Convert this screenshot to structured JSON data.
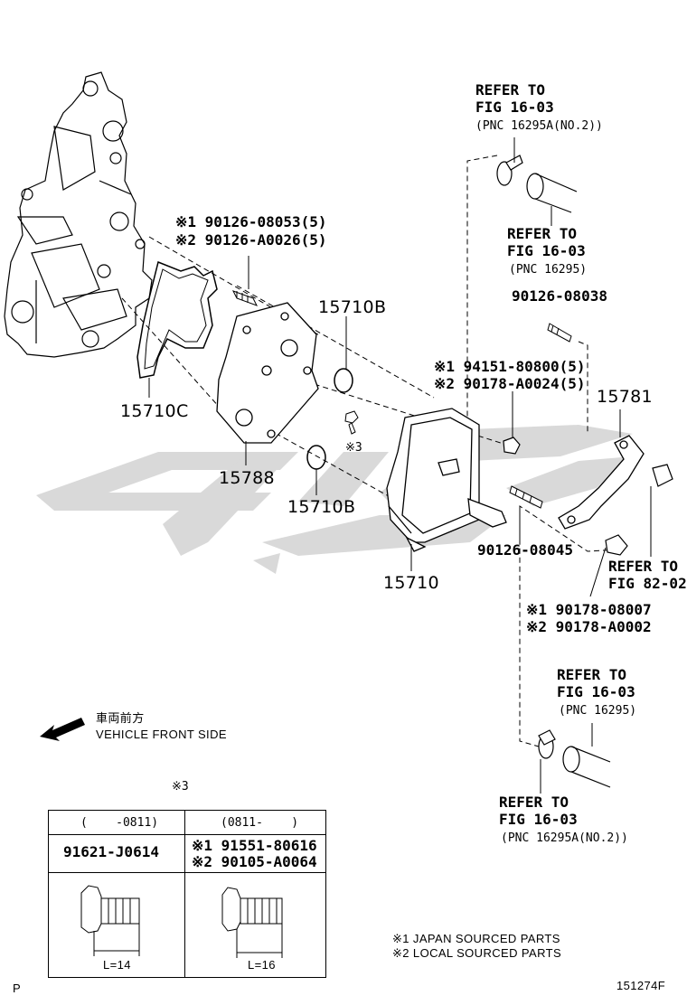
{
  "watermark": "brand-watermark-logo",
  "callouts": {
    "refer_top": [
      "REFER TO",
      "FIG 16-03",
      "(PNC 16295A(NO.2))"
    ],
    "refer_hose_top": [
      "REFER TO",
      "FIG 16-03",
      "(PNC 16295)"
    ],
    "bolt_a": [
      "※1 90126-08053(5)",
      "※2 90126-A0026(5)"
    ],
    "p15710B_top": "15710B",
    "p15710C": "15710C",
    "p90126_08038": "90126-08038",
    "nut_a": [
      "※1 94151-80800(5)",
      "※2 90178-A0024(5)"
    ],
    "p15781": "15781",
    "x3_small": "※3",
    "p15788": "15788",
    "p15710B_bottom": "15710B",
    "p90126_08045": "90126-08045",
    "refer_82": [
      "REFER TO",
      "FIG 82-02"
    ],
    "p15710": "15710",
    "nut_b": [
      "※1 90178-08007",
      "※2 90178-A0002"
    ],
    "refer_hose_bottom": [
      "REFER TO",
      "FIG 16-03",
      "(PNC 16295)"
    ],
    "refer_bottom": [
      "REFER TO",
      "FIG 16-03",
      "(PNC 16295A(NO.2))"
    ]
  },
  "orientation": {
    "icon": "arrow-left-down-icon",
    "jp": "車両前方",
    "en": "VEHICLE FRONT SIDE"
  },
  "table": {
    "title": "※3",
    "col1_header": "(    -0811)",
    "col2_header": "(0811-    )",
    "col1_part": "91621-J0614",
    "col2_parts": [
      "※1 91551-80616",
      "※2 90105-A0064"
    ],
    "col1_length": "L=14",
    "col2_length": "L=16"
  },
  "footnotes": [
    "※1 JAPAN SOURCED PARTS",
    "※2 LOCAL SOURCED PARTS"
  ],
  "corner_left": "P",
  "figure_code": "151274F"
}
